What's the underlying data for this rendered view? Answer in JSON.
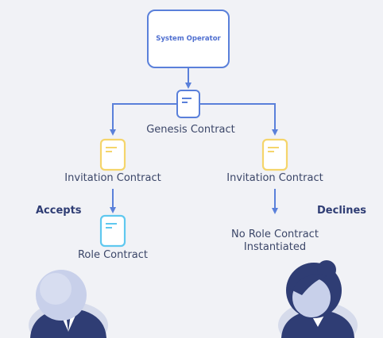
{
  "nodes": {
    "system_operator": "System Operator",
    "genesis_contract": "Genesis Contract",
    "invitation_left": "Invitation Contract",
    "invitation_right": "Invitation Contract",
    "role_contract": "Role Contract",
    "no_role_line1": "No Role Contract",
    "no_role_line2": "Instantiated"
  },
  "edge_labels": {
    "accepts": "Accepts",
    "declines": "Declines"
  },
  "icons": {
    "genesis": "document-icon",
    "invitation": "document-icon",
    "role": "document-icon",
    "user_left": "male-user-avatar-icon",
    "user_right": "female-user-avatar-icon"
  },
  "colors": {
    "background": "#f1f2f6",
    "connector": "#5a80da",
    "genesis_doc": "#5a80da",
    "invitation_doc": "#f5d56b",
    "role_doc": "#5fc8ef",
    "avatar_suit": "#2f3d74",
    "avatar_skin": "#c8d0ea"
  }
}
